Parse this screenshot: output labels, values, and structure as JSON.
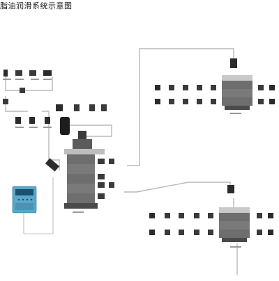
{
  "title": "脂油润滑系统示意图",
  "colors": {
    "pipe": "#b8b8b8",
    "pipe_detail": "#888888",
    "fitting": "#2b2b2b",
    "manifold_body": "#6e6e6e",
    "controller_body": "#5aa7c9",
    "controller_screen": "#1b4f6e",
    "label": "#444444"
  },
  "components": {
    "main_distributor": "main-distributor",
    "upper_distributor": "upper-distributor",
    "lower_distributor": "lower-distributor",
    "controller": "controller-box",
    "pump": "pump-unit"
  }
}
